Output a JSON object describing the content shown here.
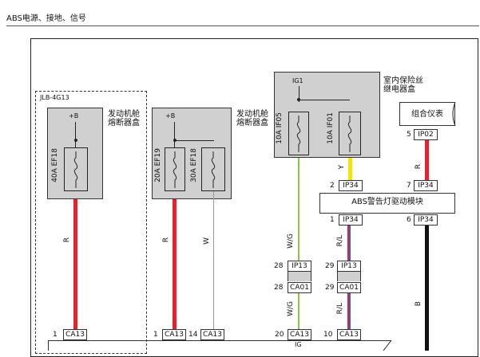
{
  "title": "ABS电源、接地、信号",
  "jlb_label": "JLB-4G13",
  "engine_box1": {
    "label": "发动机舱\n熔断器盒",
    "supply": "+B",
    "fuse": "40A EF18"
  },
  "engine_box2": {
    "label": "发动机舱\n熔断器盒",
    "supply": "+B",
    "fuse_a": "20A EF19",
    "fuse_b": "30A EF18"
  },
  "relay_box": {
    "label": "室内保险丝\n继电器盒",
    "supply": "IG1",
    "fuse_a": "10A IF05",
    "fuse_b": "10A IF01"
  },
  "cluster": {
    "label": "组合仪表",
    "pin": "5",
    "connector": "IP02"
  },
  "module": {
    "label": "ABS警告灯驱动模块",
    "pin_in_y": "2",
    "conn_in_y": "IP34",
    "pin_in_r": "7",
    "conn_in_r": "IP34",
    "pin_out_rl": "1",
    "conn_out_rl": "IP34",
    "pin_out_b": "6",
    "conn_out_b": "IP34"
  },
  "wires": {
    "r1": "R",
    "r2": "R",
    "w": "W",
    "wg1": "W/G",
    "wg2": "W/G",
    "y": "Y",
    "r_top": "R",
    "rl1": "R/L",
    "rl2": "R/L",
    "b": "B"
  },
  "mid_connectors": {
    "row1": {
      "pin_a": "28",
      "conn_a": "IP13",
      "pin_b": "29",
      "conn_b": "IP13"
    },
    "row2": {
      "pin_a": "28",
      "conn_a": "CA01",
      "pin_b": "29",
      "conn_b": "CA01"
    }
  },
  "bottom": {
    "c1": {
      "pin": "1",
      "conn": "CA13"
    },
    "c2": {
      "pin": "1",
      "conn": "CA13"
    },
    "c3": {
      "pin": "14",
      "conn": "CA13"
    },
    "c4": {
      "pin": "20",
      "conn": "CA13"
    },
    "c5": {
      "pin": "10",
      "conn": "CA13"
    },
    "ig_label": "IG"
  },
  "colors": {
    "red": "#e8202a",
    "yellow": "#f5e400",
    "green": "#8cc63f",
    "blue": "#3a5fcd",
    "black": "#111111",
    "grey": "#d0d0d0"
  }
}
